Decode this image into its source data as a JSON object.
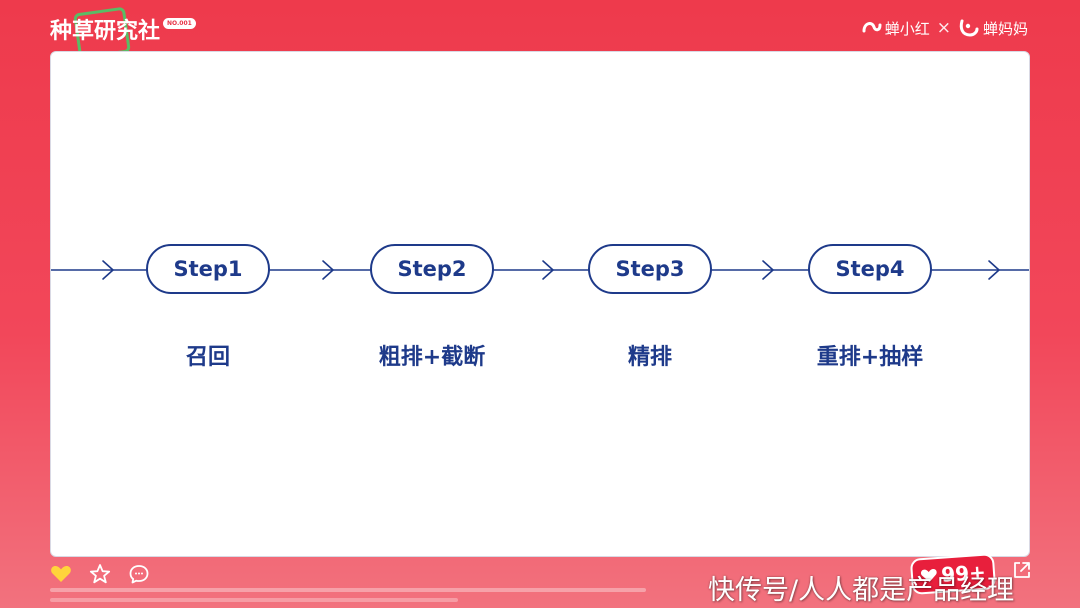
{
  "header": {
    "brand_title": "种草研究社",
    "brand_badge": "NO.001",
    "partners": [
      {
        "name": "蝉小红",
        "icon": "chanxiaohong-logo-icon"
      },
      {
        "name": "蝉妈妈",
        "icon": "chanmama-logo-icon"
      }
    ],
    "partner_separator": "×"
  },
  "diagram": {
    "steps": [
      {
        "step": "Step1",
        "label": "召回"
      },
      {
        "step": "Step2",
        "label": "粗排+截断"
      },
      {
        "step": "Step3",
        "label": "精排"
      },
      {
        "step": "Step4",
        "label": "重排+抽样"
      }
    ],
    "colors": {
      "line": "#1e3a8a",
      "text": "#1e3a8a",
      "pill_bg": "#ffffff"
    }
  },
  "footer": {
    "icons": [
      "heart-icon",
      "star-icon",
      "comment-icon"
    ],
    "like_count": "99+",
    "share_icon": "share-icon",
    "watermark": "快传号/人人都是产品经理"
  },
  "colors": {
    "background": "#ee3a4c",
    "accent_yellow": "#ffd43b",
    "badge_red": "#e81f3c"
  }
}
